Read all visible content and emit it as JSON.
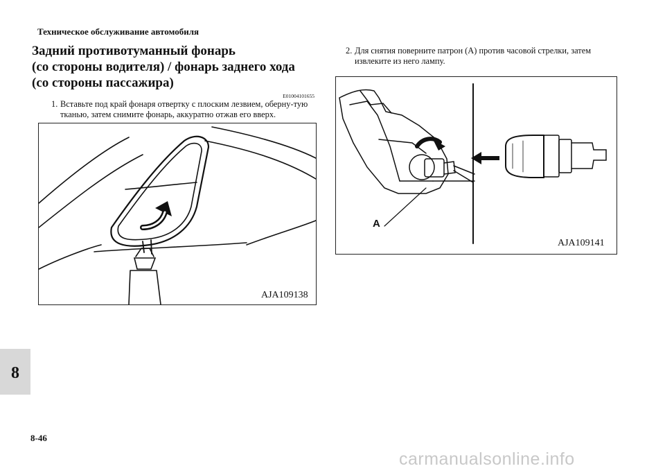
{
  "header": "Техническое обслуживание автомобиля",
  "title_lines": [
    "Задний противотуманный фонарь",
    "(со стороны водителя) / фонарь заднего хода",
    "(со стороны пассажира)"
  ],
  "code": "E01004101655",
  "steps": [
    {
      "num": "1.",
      "text": "Вставьте под край фонаря отвертку с плоским лезвием, оберну-тую тканью, затем снимите фонарь, аккуратно отжав его вверх."
    },
    {
      "num": "2.",
      "text": "Для снятия поверните патрон (A) против часовой стрелки, затем извлеките из него лампу."
    }
  ],
  "figures": [
    {
      "label": "AJA109138"
    },
    {
      "label": "AJA109141",
      "callout": "A"
    }
  ],
  "section_tab": "8",
  "page_number": "8-46",
  "watermark": "carmanualsonline.info"
}
